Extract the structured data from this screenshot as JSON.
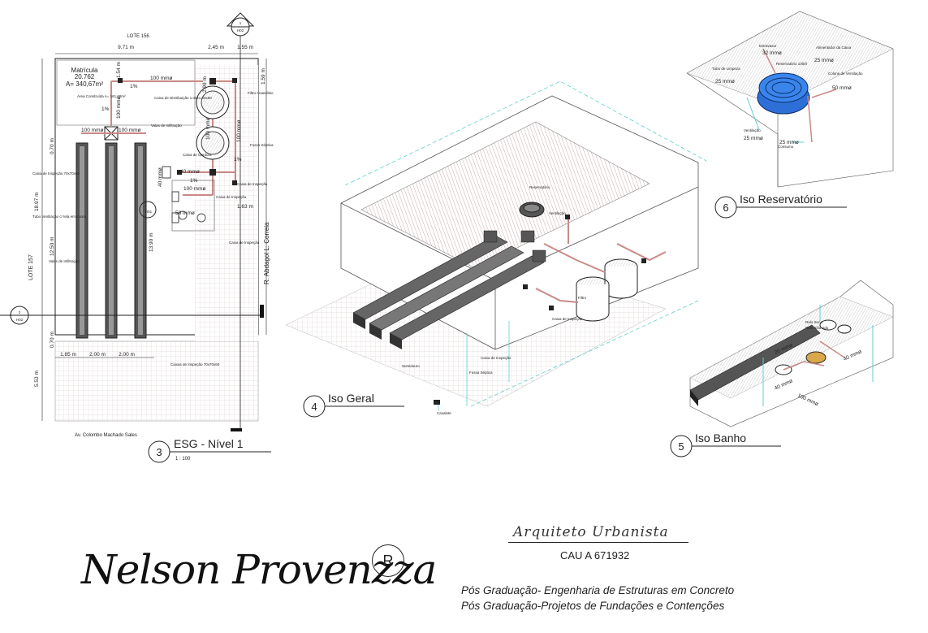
{
  "plan": {
    "title": "ESG - Nível 1",
    "number": "3",
    "scale": "1 : 100",
    "lote_top": "LOTE 156",
    "lote_left": "LOTE 157",
    "street_right": "R. Abdagol L. Correia",
    "street_bottom": "Av. Colombo Machado Sales",
    "matricula_label": "Matrícula",
    "matricula_number": "20.762",
    "area": "A= 340,67m²",
    "section_top_num": "1",
    "section_top_ref": "H02",
    "section_left_num": "2",
    "section_left_ref": "H02",
    "section_mid_ref": "H01",
    "dims": {
      "width_total": "9.71 m",
      "width_a": "2.45 m",
      "width_b": "1.55 m",
      "left_a": "18.97 m",
      "left_b": "12.50 m",
      "left_c": "0.70 m",
      "left_d": "0.70 m",
      "left_e": "5.53 m",
      "bot_a": "1.85 m",
      "bot_b": "2.00 m",
      "bot_c": "2.00 m",
      "mid_a": "13.90 m",
      "right_a": "1.59 m",
      "right_b": "1.63 m",
      "top_a": "1.54 m",
      "top_b": "2.99 m"
    },
    "pipes": {
      "p1": "100 mmø",
      "p2": "100 mmø",
      "p3": "100 mmø",
      "p4": "100 mmø",
      "p5": "100 mmø",
      "p6": "40 mmø",
      "p7": "100 mmø",
      "p8": "50 mmø",
      "p9": "40 mmø",
      "p10": "100 mmø",
      "s1": "1%",
      "s2": "1%",
      "s3": "1%",
      "s4": "1%"
    },
    "notes": {
      "n1": "Caixa de Distribuição 1.00x1.00x60",
      "n2": "Área Construída A= 161,68m²",
      "n3": "Valas de Infiltração",
      "n4": "Caixa de Inspeção 70x70x60",
      "n5": "Tubo Ventilação c/ tela em inoxto",
      "n6": "Valas de Infiltração",
      "n7": "Filtro Anaeróbio",
      "n8": "Fossa Séptica",
      "n9": "Caixa de Gordura",
      "n10": "Caixa de Inspeção",
      "n11": "Caixa de Inspeção",
      "n12": "Caixas de Inspeção 70x70x60",
      "n13": "Caixa de Inspeção"
    }
  },
  "iso_geral": {
    "number": "4",
    "title": "Iso Geral",
    "labels": {
      "a": "Reservatório",
      "b": "Ventilação",
      "c": "Sumidouro",
      "d": "Caixa de Inspeção",
      "e": "Fossa Séptica",
      "f": "Caixa de Inspeção",
      "g": "Cavalete",
      "h": "Filtro"
    }
  },
  "iso_reservatorio": {
    "number": "6",
    "title": "Iso Reservatório",
    "labels": {
      "a": "32 mmø",
      "b": "25 mmø",
      "c": "25 mmø",
      "d": "50 mmø",
      "e": "25 mmø",
      "f": "25 mmø",
      "g": "Extravasor",
      "h": "Alimentador da Caixa",
      "i": "Coluna de Ventilação",
      "j": "Tubo de Limpeza",
      "k": "Reservatório 1000l",
      "l": "Ventilação",
      "m": "Consumo"
    }
  },
  "iso_banho": {
    "number": "5",
    "title": "Iso Banho",
    "labels": {
      "a": "20 mmø",
      "b": "40 mmø",
      "c": "40 mmø",
      "d": "100 mmø",
      "e": "Ralo Seco",
      "f": "Ralo Sifonado"
    }
  },
  "signature": {
    "name": "Nelson Provenzza",
    "mark": "R",
    "profession": "Arquiteto Urbanista",
    "registration": "CAU A 671932",
    "line1": "Pós Graduação- Engenharia de Estruturas em Concreto",
    "line2": "Pós Graduação-Projetos de Fundações e Contenções"
  },
  "colors": {
    "line": "#222222",
    "pipe": "#c98a86",
    "cyan": "#5fcfcf",
    "blue": "#2d6fd6",
    "hatch": "#bbbbbb"
  }
}
